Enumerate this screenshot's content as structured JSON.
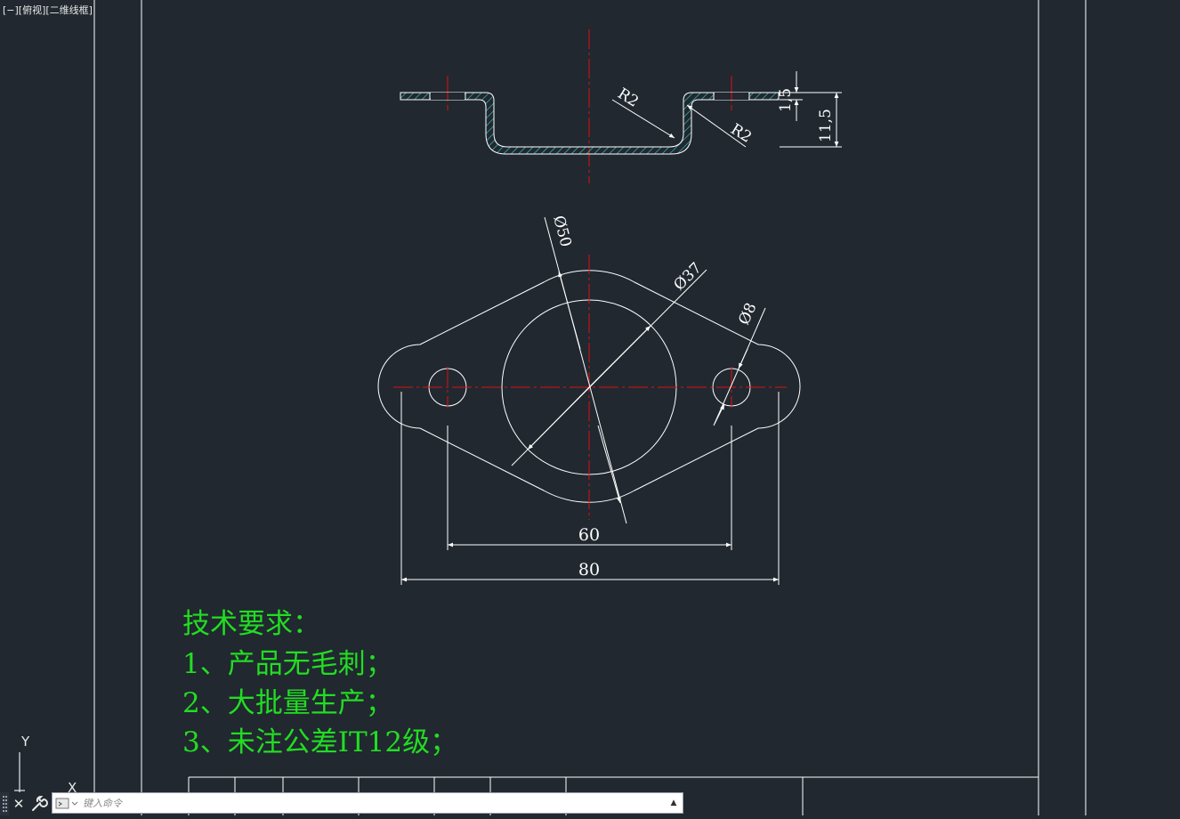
{
  "viewport": {
    "label": "[−][俯视][二维线框]"
  },
  "ucs": {
    "y_label": "Y",
    "x_label": "X"
  },
  "section_view": {
    "dims": {
      "r_left": "R2",
      "r_right": "R2",
      "thickness": "1,5",
      "height": "11,5"
    }
  },
  "plan_view": {
    "dims": {
      "d_outer": "Ø50",
      "d_bore": "Ø37",
      "d_hole": "Ø8",
      "hole_spacing": "60",
      "overall_length": "80"
    }
  },
  "notes": {
    "title": "技术要求：",
    "items": [
      "1、产品无毛刺；",
      "2、大批量生产；",
      "3、未注公差IT12级；"
    ]
  },
  "command_line": {
    "placeholder": "键入命令"
  },
  "colors": {
    "background": "#212830",
    "line": "#ffffff",
    "centerline": "#e01010",
    "hatch": "#3fd6d6",
    "notes": "#22dd22"
  }
}
